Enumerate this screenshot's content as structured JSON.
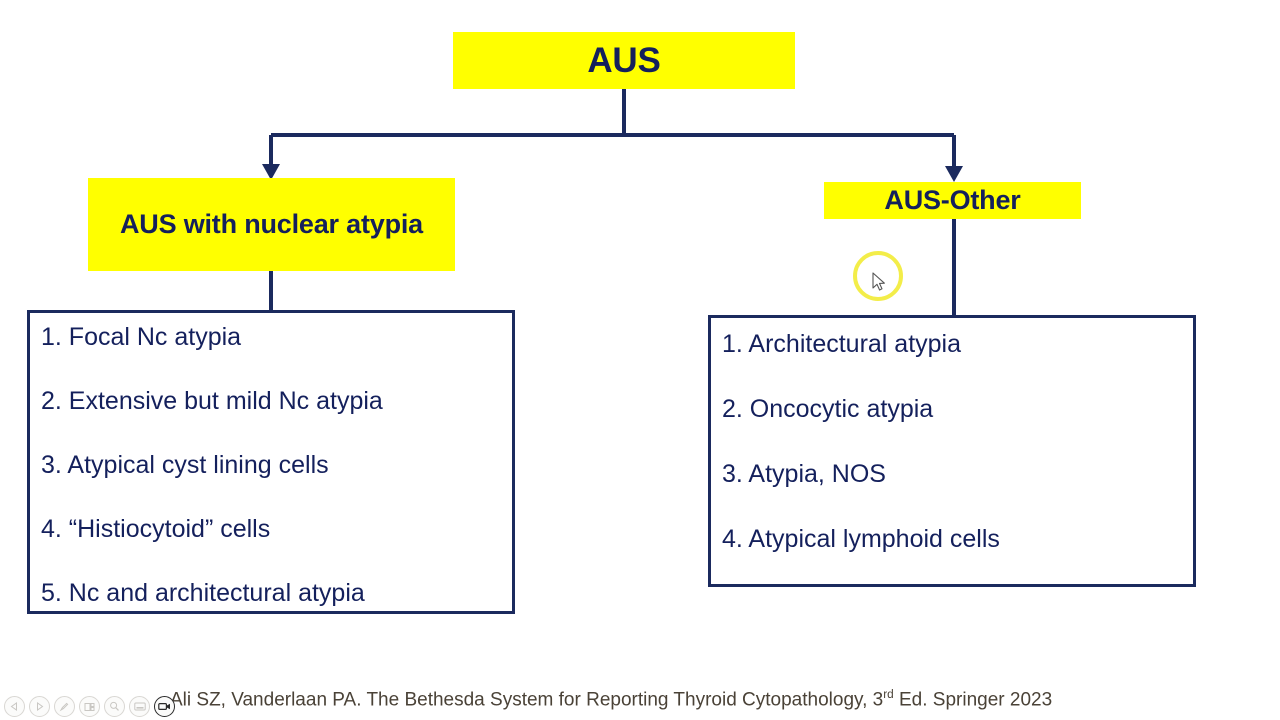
{
  "slide": {
    "root": {
      "label": "AUS"
    },
    "branches": [
      {
        "label": "AUS with nuclear atypia"
      },
      {
        "label": "AUS-Other"
      }
    ],
    "left_list": {
      "items": [
        "1. Focal Nc atypia",
        "2. Extensive but mild Nc atypia",
        "3. Atypical cyst lining cells",
        "4. “Histiocytoid” cells",
        "5. Nc and architectural atypia"
      ]
    },
    "right_list": {
      "items": [
        "1. Architectural atypia",
        "2. Oncocytic atypia",
        "3. Atypia, NOS",
        "4. Atypical lymphoid cells"
      ]
    },
    "citation": {
      "before": "Ali SZ, Vanderlaan PA. The Bethesda System for Reporting Thyroid Cytopathology, 3",
      "superscript": "rd",
      "after": " Ed. Springer 2023"
    },
    "colors": {
      "box_fill": "#ffff00",
      "text_navy": "#14205c",
      "connector": "#1b2a5e",
      "highlight_ring": "#f2ec3a",
      "citation_text": "#4a4237"
    }
  },
  "toolbar": {
    "buttons": [
      {
        "name": "previous-slide-button",
        "icon": "triangle-left-icon",
        "active": false
      },
      {
        "name": "next-slide-button",
        "icon": "triangle-right-icon",
        "active": false
      },
      {
        "name": "pen-tool-button",
        "icon": "pen-icon",
        "active": false
      },
      {
        "name": "slide-grid-button",
        "icon": "grid-icon",
        "active": false
      },
      {
        "name": "zoom-button",
        "icon": "magnifier-icon",
        "active": false
      },
      {
        "name": "subtitles-button",
        "icon": "subtitles-icon",
        "active": false
      },
      {
        "name": "record-button",
        "icon": "video-camera-icon",
        "active": true
      }
    ]
  }
}
